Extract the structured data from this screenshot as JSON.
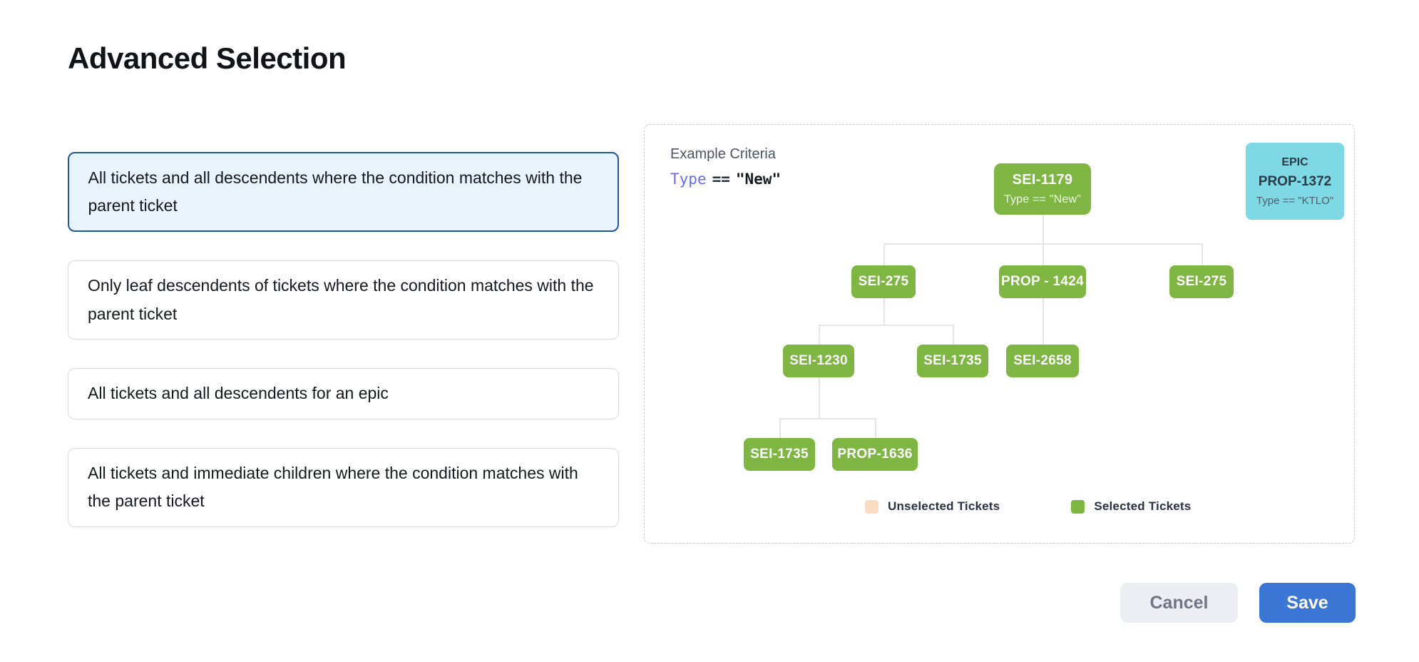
{
  "page": {
    "title": "Advanced Selection"
  },
  "options": [
    {
      "label": "All tickets and all descendents where the condition matches with the parent ticket",
      "selected": true
    },
    {
      "label": "Only leaf descendents of tickets where the condition matches with the parent ticket",
      "selected": false
    },
    {
      "label": "All tickets and all descendents for an epic",
      "selected": false
    },
    {
      "label": "All tickets and immediate children where the condition matches with the parent ticket",
      "selected": false
    }
  ],
  "example_panel": {
    "heading": "Example Criteria",
    "criteria": {
      "field": "Type",
      "operator": "==",
      "value": "\"New\""
    },
    "epic_card": {
      "type": "EPIC",
      "id": "PROP-1372",
      "condition": "Type == \"KTLO\""
    },
    "tree": {
      "nodes": [
        {
          "label": "SEI-1179",
          "sublabel": "Type == \"New\""
        },
        {
          "label": "SEI-275"
        },
        {
          "label": "PROP - 1424"
        },
        {
          "label": "SEI-275"
        },
        {
          "label": "SEI-1230"
        },
        {
          "label": "SEI-1735"
        },
        {
          "label": "SEI-2658"
        },
        {
          "label": "SEI-1735"
        },
        {
          "label": "PROP-1636"
        }
      ],
      "node_color": "#7fb543",
      "epic_color": "#7fd9e5"
    },
    "legend": [
      {
        "label": "Unselected Tickets",
        "color": "#fadcc2"
      },
      {
        "label": "Selected Tickets",
        "color": "#7fb543"
      }
    ]
  },
  "footer": {
    "cancel_label": "Cancel",
    "save_label": "Save"
  },
  "accent_colors": {
    "selected_border": "#1f55a4",
    "selected_bg": "#e9f3fb",
    "save_button": "#3b76d4"
  }
}
